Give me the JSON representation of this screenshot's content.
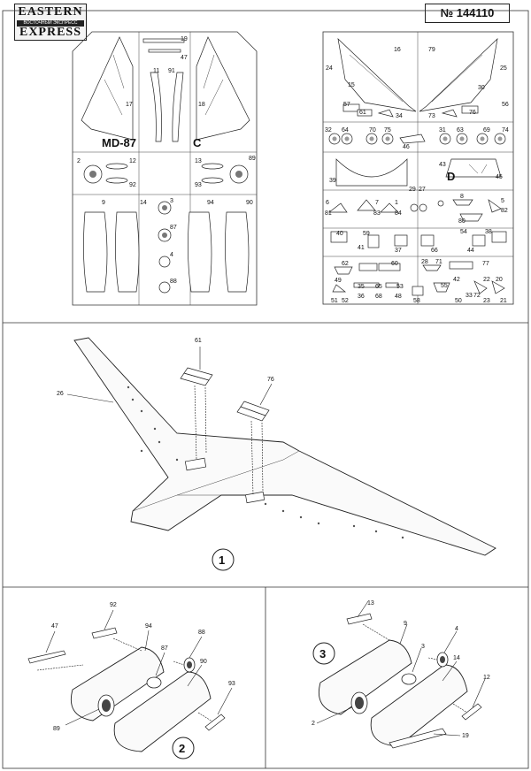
{
  "brand": {
    "line1": "EASTERN",
    "line2": "ВОСТОЧНЫЙ ЭКСПРЕСС",
    "line3": "EXPRESS"
  },
  "catalog_number": "№ 144110",
  "sprue_c": {
    "model": "MD-87",
    "letter": "C",
    "labels": [
      "19",
      "47",
      "11",
      "91",
      "17",
      "18",
      "2",
      "12",
      "92",
      "13",
      "89",
      "93",
      "9",
      "14",
      "3",
      "87",
      "4",
      "88",
      "94",
      "90"
    ]
  },
  "sprue_d": {
    "letter": "D",
    "labels": [
      "16",
      "79",
      "24",
      "25",
      "15",
      "30",
      "57",
      "61",
      "34",
      "73",
      "76",
      "56",
      "32",
      "64",
      "70",
      "75",
      "31",
      "63",
      "69",
      "74",
      "46",
      "43",
      "39",
      "45",
      "29",
      "27",
      "8",
      "6",
      "7",
      "1",
      "81",
      "83",
      "84",
      "5",
      "82",
      "80",
      "40",
      "59",
      "54",
      "38",
      "41",
      "37",
      "66",
      "44",
      "62",
      "60",
      "28",
      "71",
      "77",
      "49",
      "35",
      "65",
      "53",
      "42",
      "22",
      "20",
      "36",
      "68",
      "48",
      "55",
      "51",
      "52",
      "58",
      "50",
      "23",
      "33",
      "72",
      "21"
    ]
  },
  "step1": {
    "number": "1",
    "callouts": [
      "61",
      "76",
      "26"
    ]
  },
  "step2": {
    "number": "2",
    "callouts": [
      "92",
      "47",
      "94",
      "87",
      "88",
      "90",
      "93",
      "89"
    ]
  },
  "step3": {
    "number": "3",
    "callouts": [
      "13",
      "9",
      "3",
      "4",
      "14",
      "12",
      "2",
      "19"
    ]
  }
}
